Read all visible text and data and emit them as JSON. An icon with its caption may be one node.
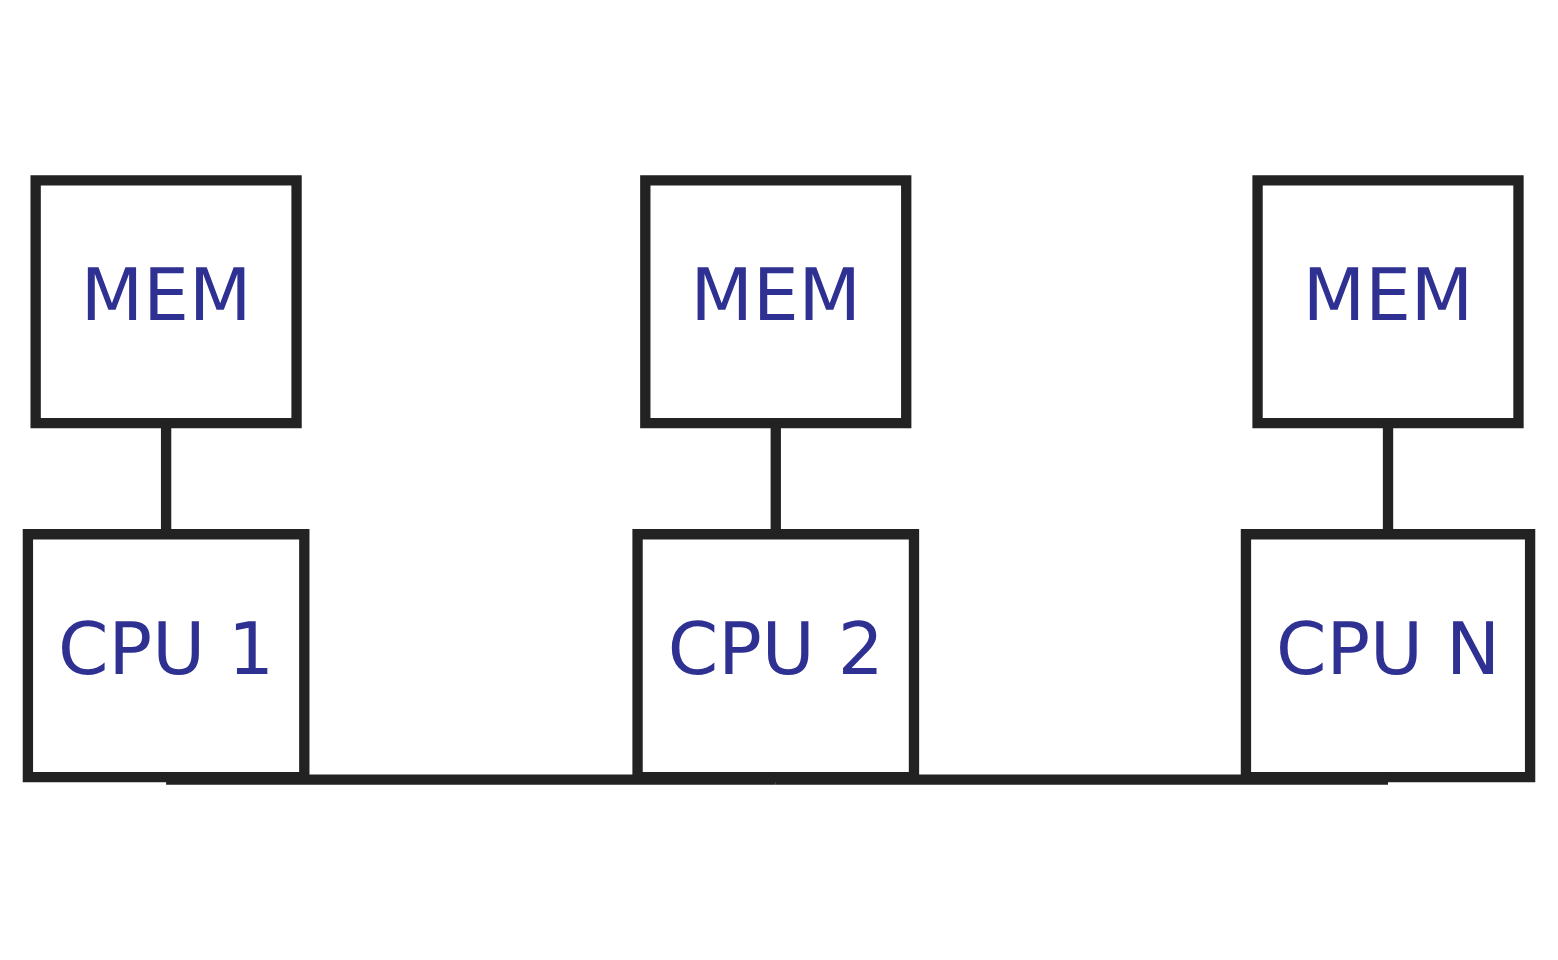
{
  "diagram": {
    "nodes": [
      {
        "text": [
          "MEM"
        ]
      },
      {
        "text": [
          "MEM"
        ]
      },
      {
        "text": [
          "MEM"
        ]
      },
      {
        "text": [
          "CPU 1"
        ]
      },
      {
        "text": [
          "CPU 2"
        ]
      },
      {
        "text": [
          "CPU N"
        ]
      }
    ],
    "edges": [
      {
        "from": 0,
        "to": 3,
        "arrow": "none"
      },
      {
        "from": 1,
        "to": 4,
        "arrow": "none"
      },
      {
        "from": 2,
        "to": 5,
        "arrow": "none"
      },
      {
        "from": 3,
        "to": 4,
        "arrow": "none"
      },
      {
        "from": 4,
        "to": 5,
        "arrow": "none"
      }
    ]
  }
}
